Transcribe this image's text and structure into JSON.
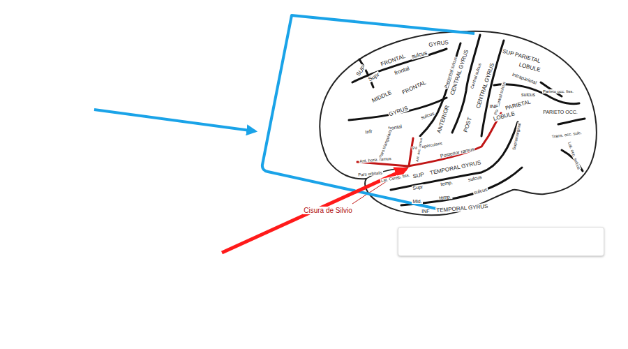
{
  "diagram": {
    "labels": [
      "SUP",
      "FRONTAL",
      "GYRUS",
      "sulcus",
      "Supr",
      "frontal",
      "MIDDLE",
      "FRONTAL",
      "GYRUS",
      "Infr",
      "frontal",
      "sulcus",
      "Precentral sulcus",
      "ANTERIOR",
      "CENTRAL GYRUS",
      "Central sulcus",
      "POST",
      "CENTRAL GYRUS",
      "Postcentral sulcus",
      "SUP PARIETAL",
      "LOBULE",
      "Intraparietal",
      "sulcus",
      "INF",
      "PARIETAL",
      "LOBULE",
      "Supramarginal",
      "Parieto occ. fiss.",
      "PARIETO OCC.",
      "Trans. occ. sulc.",
      "Lat. occ. sulcus",
      "Pars triangularis",
      "Pars opercularis",
      "Ant. asc. ramus",
      "Ant. horiz. ramus",
      "Pars orbitalis",
      "Lat. Cereb. fiss.",
      "Posterior ramus",
      "SUP",
      "TEMPORAL GYRUS",
      "Supr",
      "temp.",
      "sulcus",
      "Mid.",
      "temp.",
      "sulcus",
      "INF",
      "TEMPORAL GYRUS",
      "Cisura de Silvio"
    ]
  }
}
